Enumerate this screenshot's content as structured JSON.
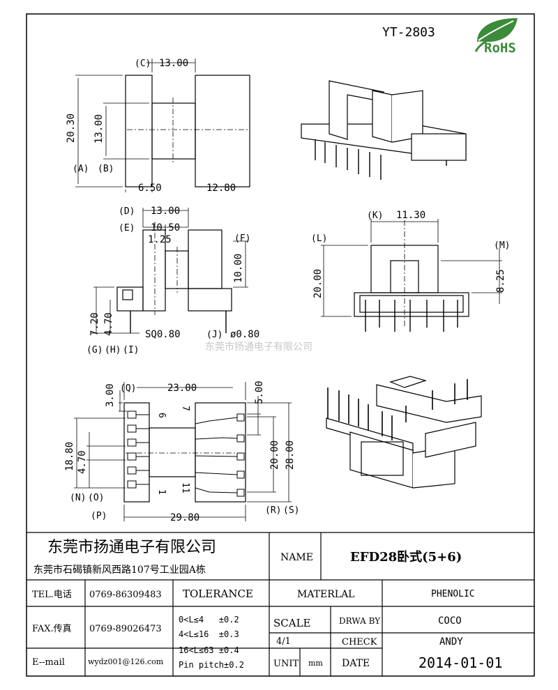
{
  "part_no": "YT-2803",
  "rohs_label": "RoHS",
  "watermark": "东莞市扬通电子有限公司",
  "views": {
    "top": {
      "dims": [
        "13.00",
        "20.30",
        "13.00",
        "6.50",
        "12.80"
      ],
      "callouts": [
        "C",
        "A",
        "B"
      ]
    },
    "side": {
      "dims": [
        "13.00",
        "10.50",
        "1.25",
        "10.00",
        "7.20",
        "4.70",
        "SQ0.80",
        "ø0.80"
      ],
      "callouts": [
        "D",
        "E",
        "F",
        "G",
        "H",
        "I",
        "J"
      ]
    },
    "front": {
      "dims": [
        "11.30",
        "20.00",
        "8.25"
      ],
      "callouts": [
        "K",
        "L",
        "M"
      ]
    },
    "bottom": {
      "dims": [
        "23.00",
        "3.00",
        "5.00",
        "18.80",
        "4.70",
        "20.00",
        "28.00",
        "29.80"
      ],
      "callouts": [
        "Q",
        "N",
        "O",
        "P",
        "R",
        "S"
      ],
      "pin_numbers": [
        "6",
        "7",
        "1",
        "11"
      ]
    }
  },
  "title_block": {
    "company_name": "东莞市扬通电子有限公司",
    "company_address": "东莞市石碣镇新风西路107号工业园A栋",
    "name_label": "NAME",
    "name_value": "EFD28卧式(5+6)",
    "tel_label": "TEL.电话",
    "tel_value": "0769-86309483",
    "fax_label": "FAX.传真",
    "fax_value": "0769-89026473",
    "email_label": "E--mail",
    "email_value": "wydz001@126.com",
    "tolerance_label": "TOLERANCE",
    "tolerance_rows": [
      "0<L≤4   ±0.2",
      "4<L≤16  ±0.3",
      "16<L≤63 ±0.4",
      "Pin pitch±0.2"
    ],
    "material_label": "MATERLAL",
    "material_value": "PHENOLIC",
    "scale_label": "SCALE",
    "scale_value": "4/1",
    "unit_label": "UNIT",
    "unit_value": "mm",
    "drawn_by_label": "DRWA BY",
    "drawn_by_value": "COCO",
    "check_label": "CHECK",
    "check_value": "ANDY",
    "date_label": "DATE",
    "date_value": "2014-01-01"
  }
}
